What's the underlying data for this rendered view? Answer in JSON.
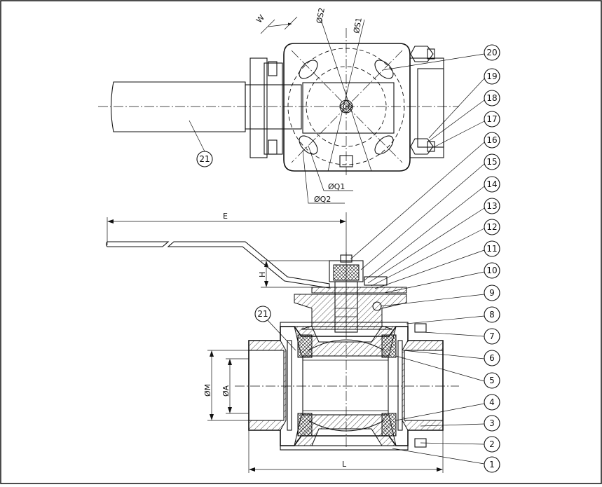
{
  "drawing": {
    "title": "",
    "dimensions": {
      "W": "W",
      "S2": "ØS2",
      "S1": "ØS1",
      "Q1": "ØQ1",
      "Q2": "ØQ2",
      "E": "E",
      "H": "H",
      "M": "ØM",
      "A": "ØA",
      "L": "L"
    },
    "top_view_balloons": [
      "20",
      "19",
      "18",
      "17",
      "21"
    ],
    "side_view_balloons": [
      "16",
      "15",
      "14",
      "13",
      "12",
      "11",
      "10",
      "9",
      "8",
      "7",
      "6",
      "5",
      "4",
      "3",
      "2",
      "1",
      "21"
    ]
  }
}
